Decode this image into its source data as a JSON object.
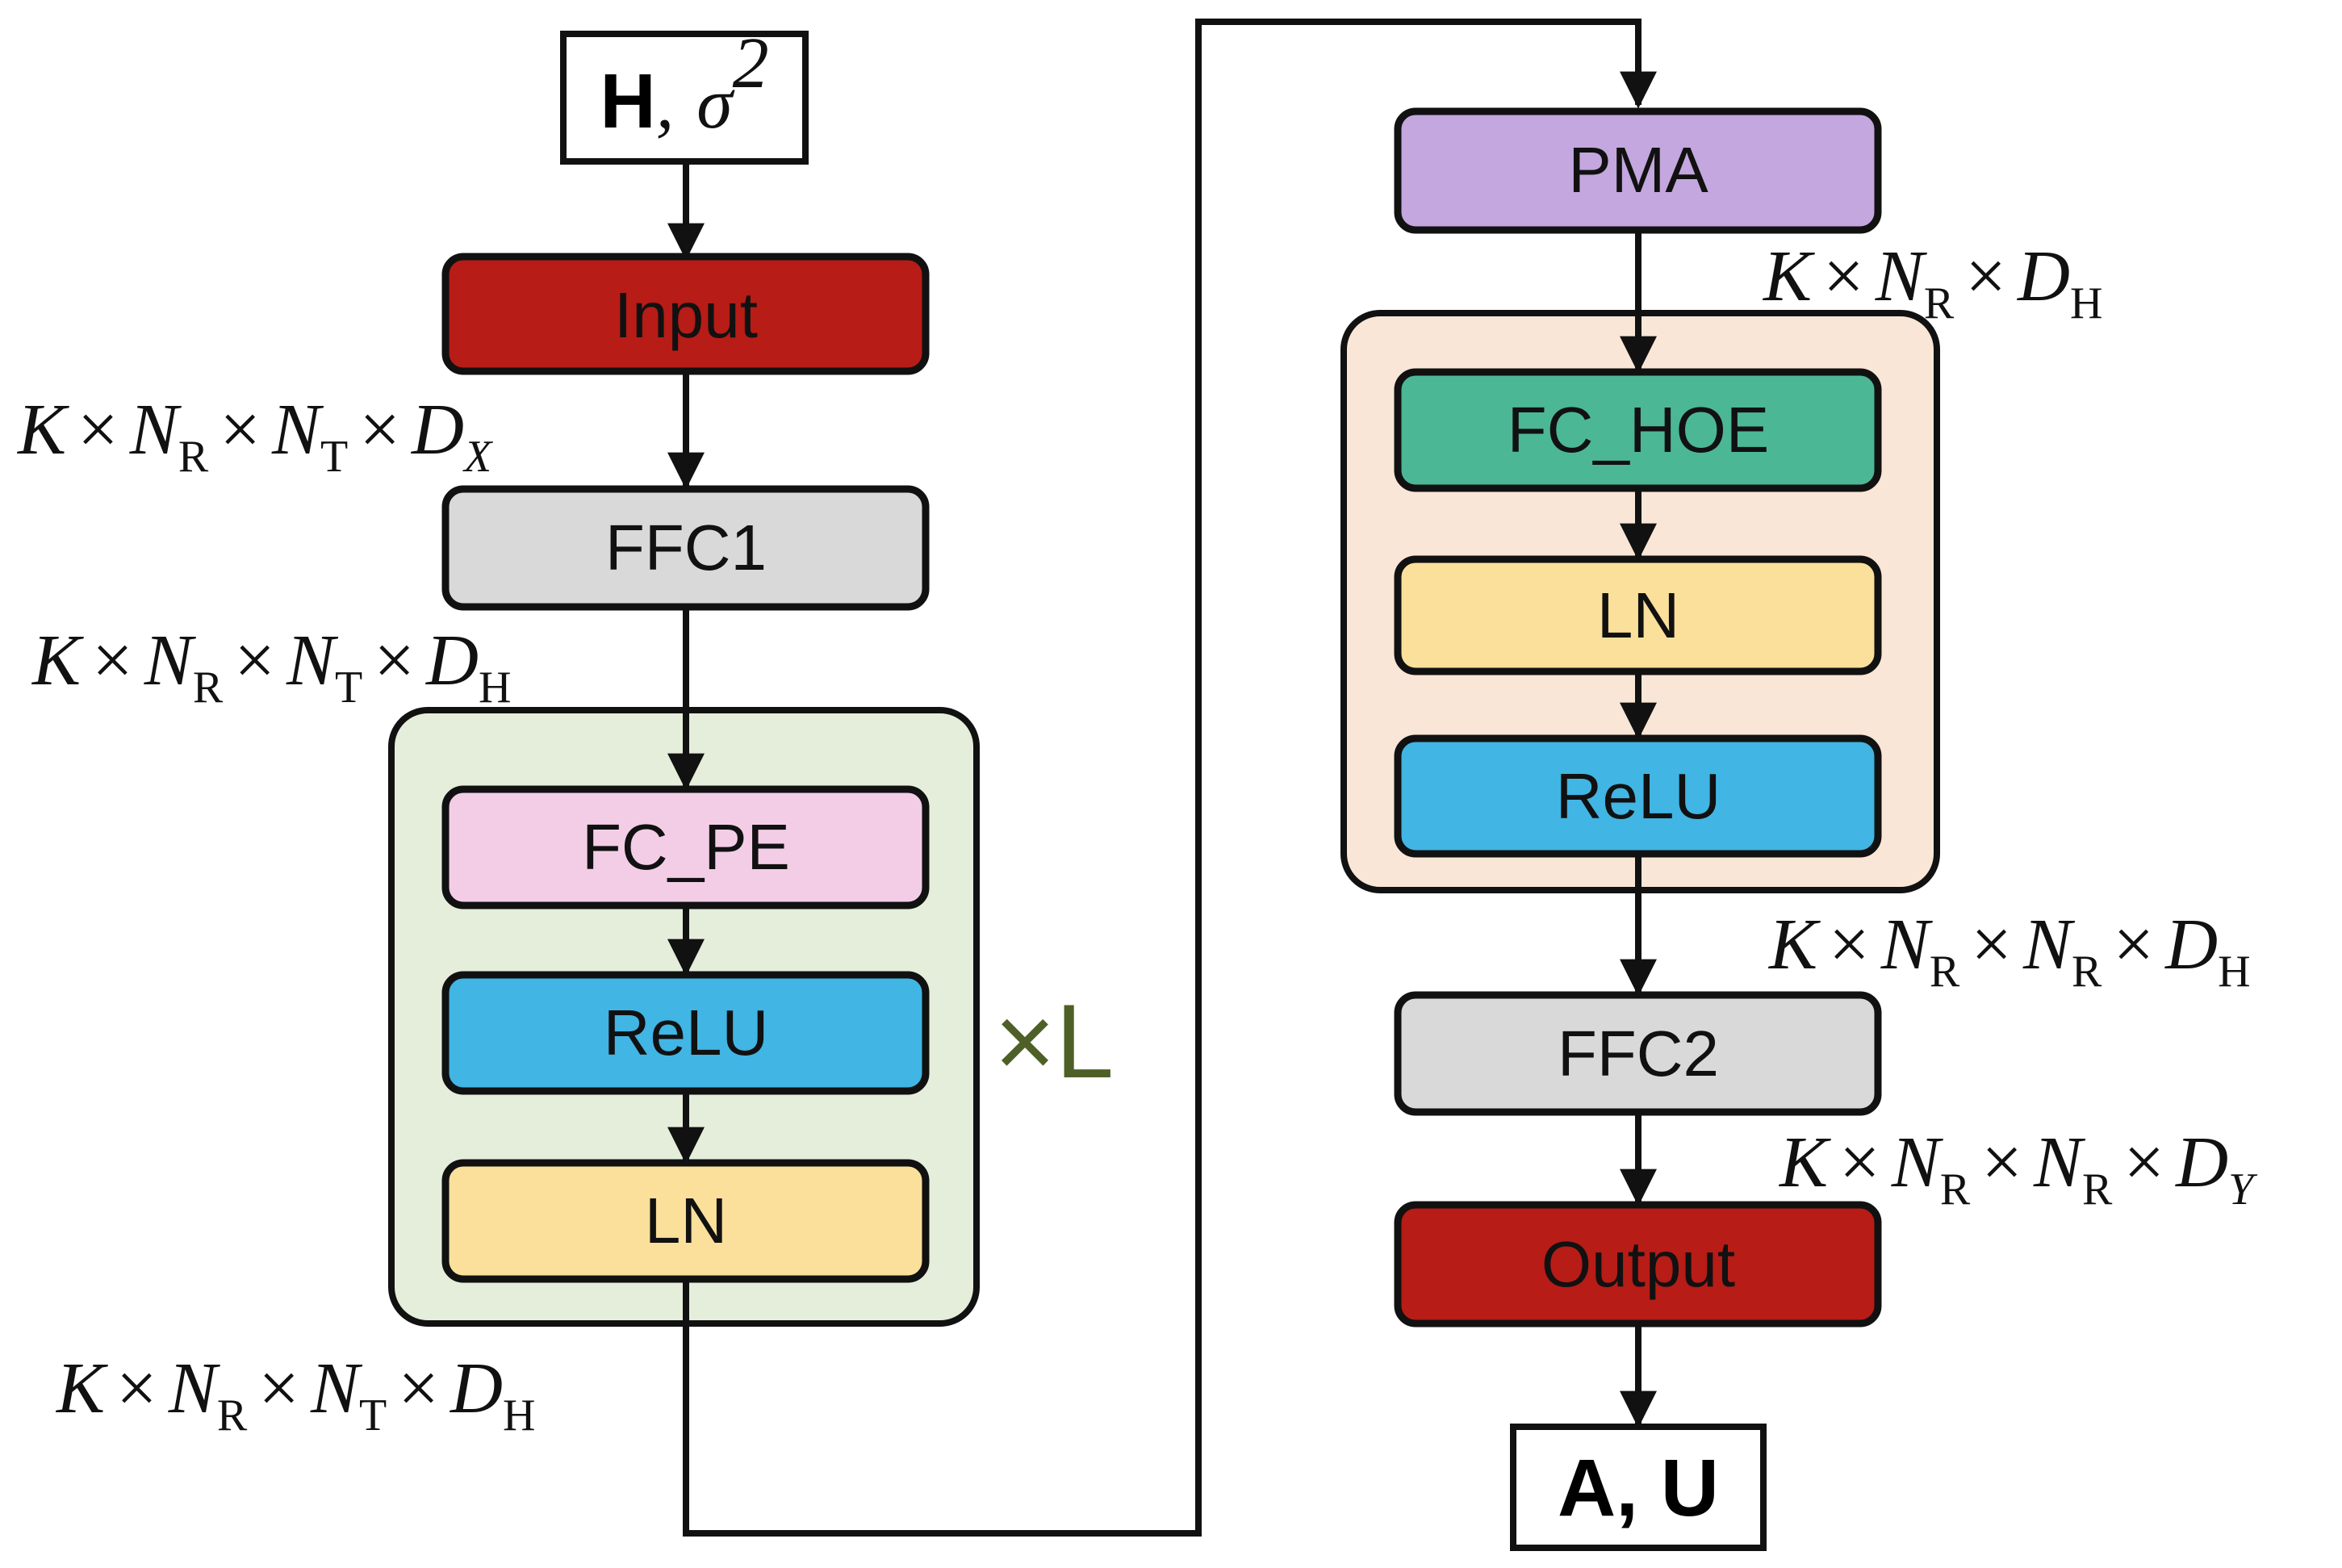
{
  "colors": {
    "input": "#b71c17",
    "output": "#b71c17",
    "ffc": "#d9d9d9",
    "fc_pe": "#f3cde6",
    "relu": "#41b5e3",
    "ln": "#fbe09b",
    "pma": "#c3a7de",
    "fc_hoe": "#4bb795",
    "left_group": "#e5eedb",
    "right_group": "#f9e6d6",
    "repeat_text": "#4e6028",
    "stroke": "#111111"
  },
  "io": {
    "input_symbol_bold": "H",
    "input_symbol_sep": ",",
    "input_symbol_sigma": "σ",
    "input_symbol_exp": "2",
    "output_symbol": "A, U"
  },
  "left_column": {
    "input_label": "Input",
    "ffc1_label": "FFC1",
    "fc_pe_label": "FC_PE",
    "relu_label": "ReLU",
    "ln_label": "LN",
    "repeat_label": "×L"
  },
  "right_column": {
    "pma_label": "PMA",
    "fc_hoe_label": "FC_HOE",
    "ln_label": "LN",
    "relu_label": "ReLU",
    "ffc2_label": "FFC2",
    "output_label": "Output"
  },
  "dims": {
    "left_1": {
      "a": "K",
      "x": "×",
      "b": "N",
      "b_sub": "R",
      "c": "N",
      "c_sub": "T",
      "d": "D",
      "d_sub": "X"
    },
    "left_2": {
      "a": "K",
      "x": "×",
      "b": "N",
      "b_sub": "R",
      "c": "N",
      "c_sub": "T",
      "d": "D",
      "d_sub": "H"
    },
    "left_3": {
      "a": "K",
      "x": "×",
      "b": "N",
      "b_sub": "R",
      "c": "N",
      "c_sub": "T",
      "d": "D",
      "d_sub": "H"
    },
    "right_1": {
      "a": "K",
      "x": "×",
      "b": "N",
      "b_sub": "R",
      "d": "D",
      "d_sub": "H"
    },
    "right_2": {
      "a": "K",
      "x": "×",
      "b": "N",
      "b_sub": "R",
      "c": "N",
      "c_sub": "R",
      "d": "D",
      "d_sub": "H"
    },
    "right_3": {
      "a": "K",
      "x": "×",
      "b": "N",
      "b_sub": "R",
      "c": "N",
      "c_sub": "R",
      "d": "D",
      "d_sub": "Y"
    }
  }
}
